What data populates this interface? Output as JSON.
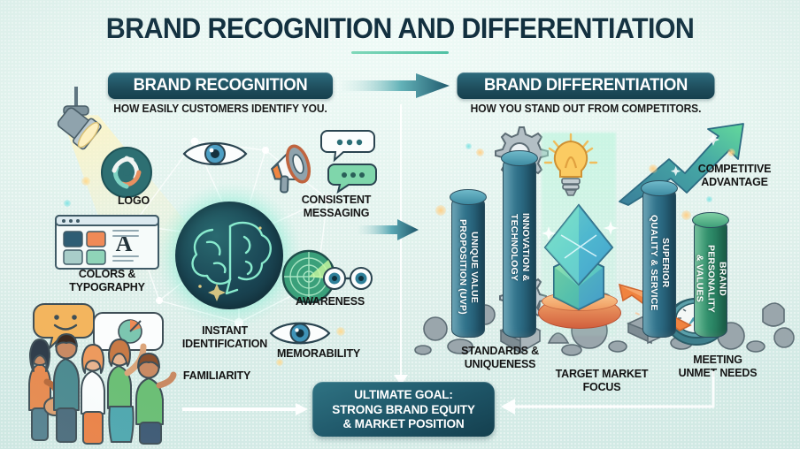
{
  "title": "BRAND RECOGNITION AND DIFFERENTIATION",
  "colors": {
    "background": "#e4f4ef",
    "title_navy": "#12303f",
    "banner_teal": "#1e4d5c",
    "accent_green": "#4fc0a3",
    "cylinder_teal": "#2f7089",
    "cylinder_green": "#2f8d6a",
    "pedestal_orange": "#d2603e",
    "label_black": "#141414"
  },
  "left_section": {
    "banner": "BRAND RECOGNITION",
    "subtitle": "HOW EASILY CUSTOMERS IDENTIFY YOU.",
    "center_icon": "brain-icon",
    "labels": [
      {
        "id": "logo",
        "text": "LOGO",
        "icon": "logo-swirl-icon"
      },
      {
        "id": "colors-typography",
        "text": "COLORS &\n TYPOGRAPHY",
        "icon": "palette-typography-icon"
      },
      {
        "id": "consistent-messaging",
        "text": "CONSISTENT\n MESSAGING",
        "icon": "megaphone-icon"
      },
      {
        "id": "awareness",
        "text": "AWARENESS",
        "icon": "radar-icon"
      },
      {
        "id": "instant-identification",
        "text": "INSTANT\n IDENTIFICATION",
        "icon": "network-node-icon"
      },
      {
        "id": "memorability",
        "text": "MEMORABILITY",
        "icon": "eye-icon"
      },
      {
        "id": "familiarity",
        "text": "FAMILIARITY",
        "icon": "people-group-icon"
      }
    ]
  },
  "right_section": {
    "banner": "BRAND DIFFERENTIATION",
    "subtitle": "HOW YOU STAND OUT FROM COMPETITORS.",
    "pillars": [
      {
        "id": "uvp",
        "text": "UNIQUE VALUE\nPROPOSITION (UVP)",
        "color": "#2f7089"
      },
      {
        "id": "innovation",
        "text": "INNOVATION &\nTECHNOLOGY",
        "color": "#2f7089"
      },
      {
        "id": "superior-quality",
        "text": "SUPERIOR\nQUALITY & SERVICE",
        "color": "#2f7089"
      },
      {
        "id": "brand-personality",
        "text": "BRAND\nPERSONALITY\n& VALUES",
        "color": "#2f8d6a"
      }
    ],
    "labels": [
      {
        "id": "competitive-advantage",
        "text": "COMPETITIVE\n ADVANTAGE",
        "icon": "up-arrow-icon"
      },
      {
        "id": "standards-uniqueness",
        "text": "STANDARDS &\n UNIQUENESS",
        "icon": "gear-icon"
      },
      {
        "id": "target-market-focus",
        "text": "TARGET MARKET\n FOCUS",
        "icon": "crystal-icon"
      },
      {
        "id": "meeting-unmet-needs",
        "text": "MEETING\n UNMET NEEDS",
        "icon": "compass-icon"
      }
    ],
    "center_icon": "crystal-trophy-icon",
    "idea_icon": "lightbulb-icon"
  },
  "goal": {
    "text": "ULTIMATE GOAL:\nSTRONG BRAND EQUITY\n& MARKET POSITION"
  }
}
